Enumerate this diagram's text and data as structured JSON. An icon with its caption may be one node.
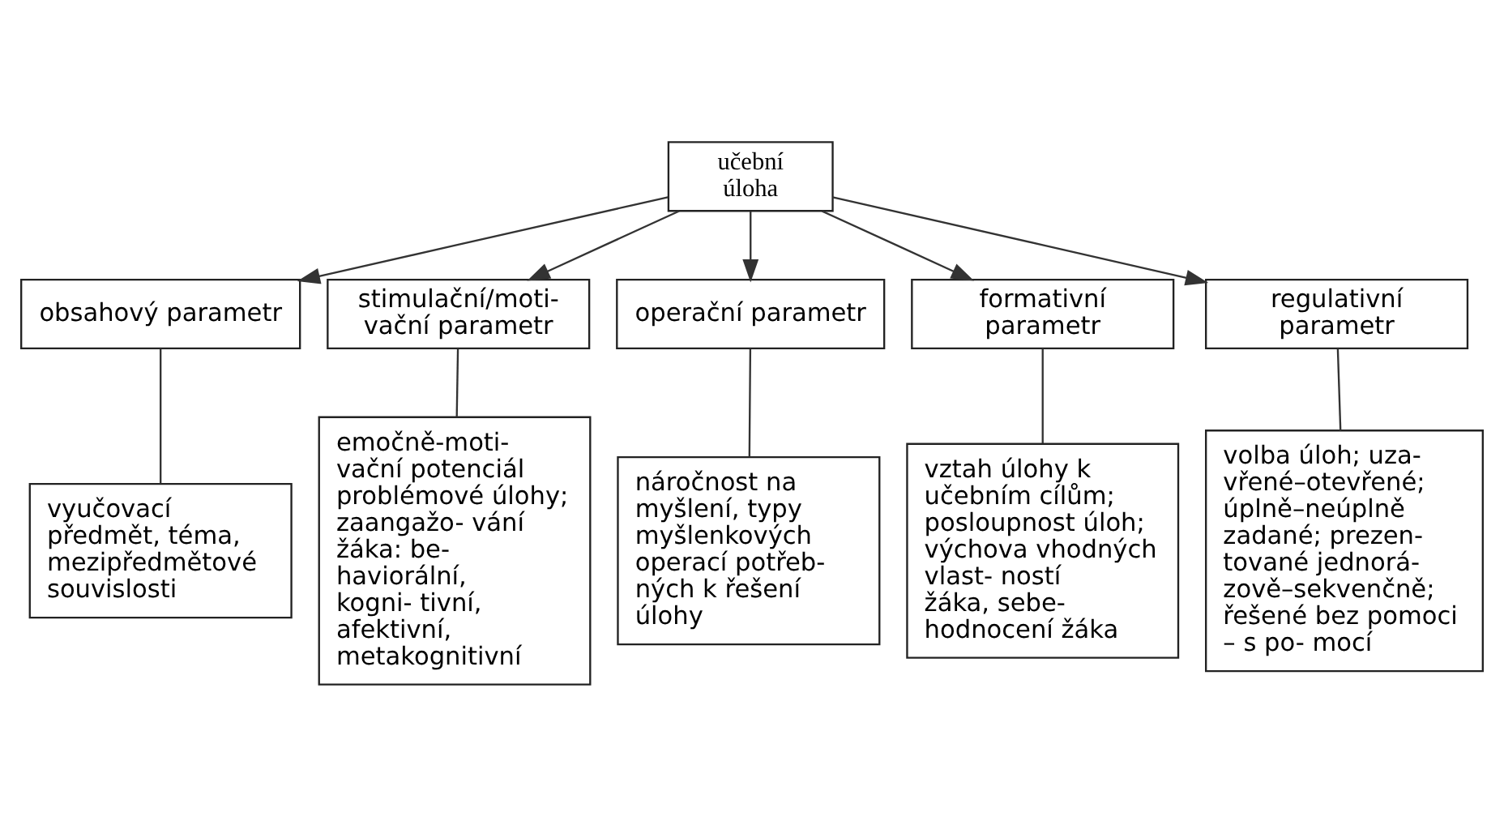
{
  "diagram": {
    "nodes": [
      {
        "text": [
          "učební úloha"
        ]
      },
      {
        "text": [
          "obsahový parametr"
        ]
      },
      {
        "text": [
          "stimulační/moti- vační parametr"
        ]
      },
      {
        "text": [
          "operační parametr"
        ]
      },
      {
        "text": [
          "formativní parametr"
        ]
      },
      {
        "text": [
          "regulativní parametr"
        ]
      },
      {
        "text": [
          "vyučovací předmět, téma, mezipředmětové souvislosti"
        ]
      },
      {
        "text": [
          "emočně-moti- vační potenciál problémové úlohy; zaangažo- vání žáka: be- haviorální, kogni- tivní, afektivní, metakognitivní"
        ]
      },
      {
        "text": [
          "náročnost na myšlení, typy myšlenkových operací potřeb- ných k řešení úlohy"
        ]
      },
      {
        "text": [
          "vztah úlohy k učebním cílům; posloupnost úloh; výchova vhodných vlast- ností žáka, sebe- hodnocení žáka"
        ]
      },
      {
        "text": [
          "volba úloh; uza- vřené–otevřené; úplně–neúplně zadané; prezen- tované jednorá- zově–sekvenčně; řešené bez pomoci – s po- mocí"
        ]
      }
    ],
    "edges": [
      {
        "from": 0,
        "to": 1,
        "arrow": "to"
      },
      {
        "from": 0,
        "to": 2,
        "arrow": "to"
      },
      {
        "from": 0,
        "to": 3,
        "arrow": "to"
      },
      {
        "from": 0,
        "to": 4,
        "arrow": "to"
      },
      {
        "from": 0,
        "to": 5,
        "arrow": "to"
      },
      {
        "from": 1,
        "to": 6,
        "arrow": "none"
      },
      {
        "from": 2,
        "to": 7,
        "arrow": "none"
      },
      {
        "from": 3,
        "to": 8,
        "arrow": "none"
      },
      {
        "from": 4,
        "to": 9,
        "arrow": "none"
      },
      {
        "from": 5,
        "to": 10,
        "arrow": "none"
      }
    ]
  }
}
